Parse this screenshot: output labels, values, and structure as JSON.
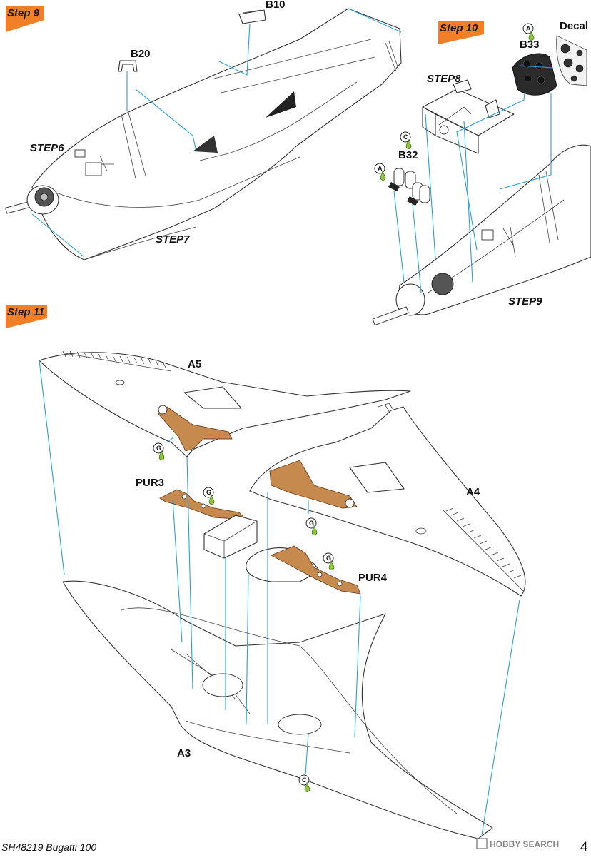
{
  "steps": {
    "step9": "Step 9",
    "step10": "Step 10",
    "step11": "Step 11"
  },
  "step9_labels": {
    "b10": "B10",
    "b20": "B20",
    "step6": "STEP6",
    "step7": "STEP7"
  },
  "step10_labels": {
    "b33": "B33",
    "decal": "Decal",
    "step8": "STEP8",
    "b32": "B32",
    "step9": "STEP9"
  },
  "step11_labels": {
    "a5": "A5",
    "a4": "A4",
    "a3": "A3",
    "pur3": "PUR3",
    "pur4": "PUR4"
  },
  "paint_codes": {
    "a": "A",
    "c": "C",
    "g": "G"
  },
  "footer": {
    "kit_title": "SH48219 Bugatti 100",
    "page_number": "4",
    "watermark": "HOBBY SEARCH"
  },
  "colors": {
    "step_tab": "#f07f28",
    "guide_line": "#2a9fd6",
    "photo_etch": "#c68a4e",
    "paint_drop": "#8dc63f"
  }
}
